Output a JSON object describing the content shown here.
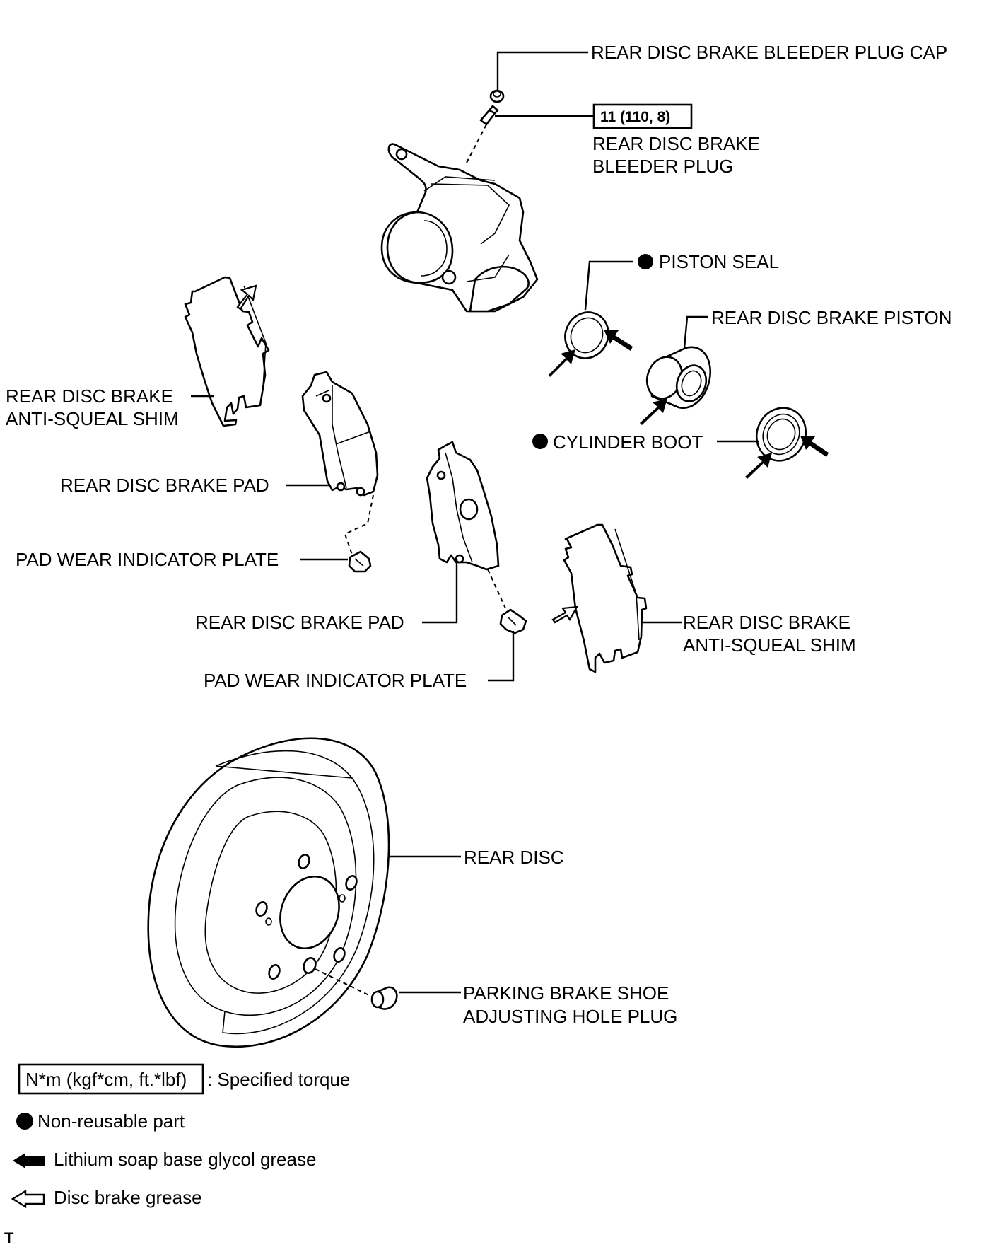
{
  "labels": {
    "bleeder_plug_cap": "REAR DISC BRAKE BLEEDER PLUG CAP",
    "torque_value": "11 (110, 8)",
    "bleeder_plug_line1": "REAR DISC BRAKE",
    "bleeder_plug_line2": "BLEEDER PLUG",
    "piston_seal": "PISTON SEAL",
    "piston": "REAR DISC BRAKE PISTON",
    "shim_left_line1": "REAR DISC BRAKE",
    "shim_left_line2": "ANTI-SQUEAL SHIM",
    "cylinder_boot": "CYLINDER BOOT",
    "pad_upper": "REAR DISC BRAKE PAD",
    "wear_plate_upper": "PAD WEAR INDICATOR PLATE",
    "pad_lower": "REAR DISC BRAKE PAD",
    "shim_right_line1": "REAR DISC BRAKE",
    "shim_right_line2": "ANTI-SQUEAL SHIM",
    "wear_plate_lower": "PAD WEAR INDICATOR PLATE",
    "rear_disc": "REAR DISC",
    "hole_plug_line1": "PARKING BRAKE SHOE",
    "hole_plug_line2": "ADJUSTING HOLE PLUG"
  },
  "legend": {
    "torque_box": "N*m (kgf*cm, ft.*lbf)",
    "torque_desc": ": Specified torque",
    "non_reusable": "Non-reusable part",
    "lithium_grease": "Lithium soap base glycol grease",
    "disc_grease": "Disc brake grease"
  },
  "corner_mark": "T"
}
